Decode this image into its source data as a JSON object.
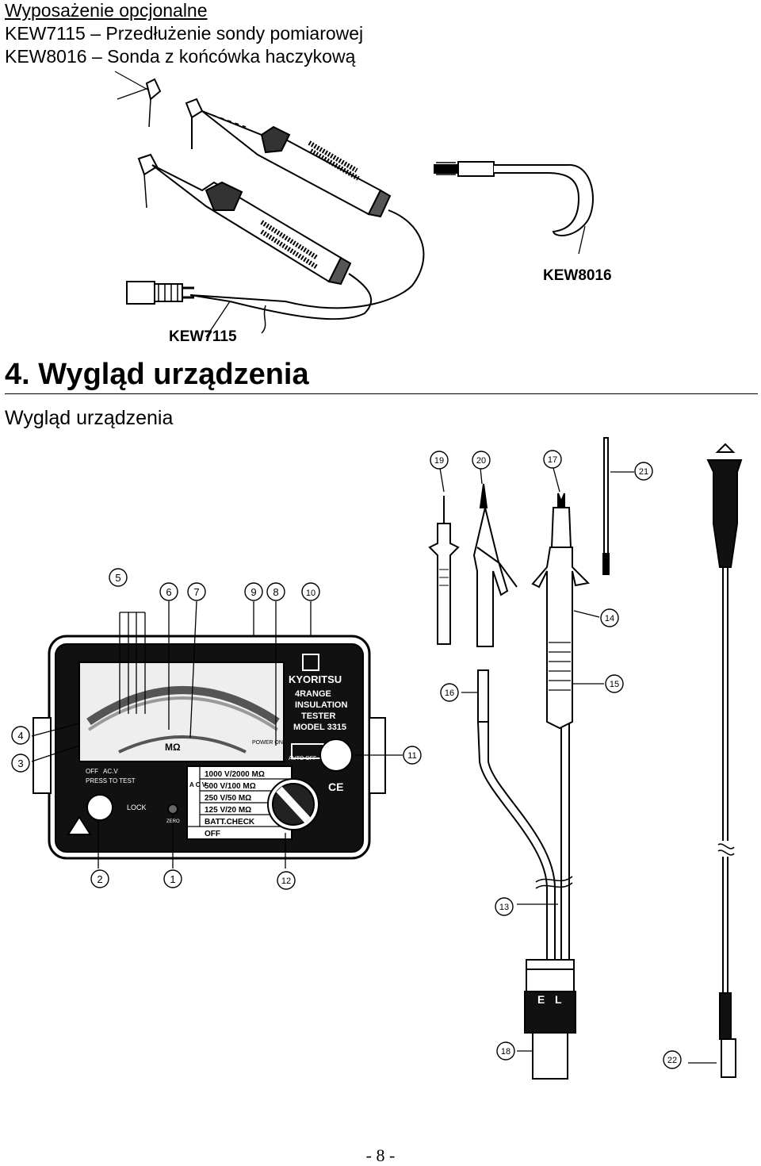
{
  "header": {
    "title": "Wyposażenie opcjonalne",
    "line1": "KEW7115 – Przedłużenie sondy pomiarowej",
    "line2": "KEW8016 – Sonda z końcówka haczykową"
  },
  "figure1": {
    "label_hook": "KEW8016",
    "label_extension": "KEW7115"
  },
  "section": {
    "heading": "4. Wygląd urządzenia",
    "subheading": "Wygląd urządzenia"
  },
  "device": {
    "brand": "KYORITSU",
    "model_lines": [
      "4RANGE",
      "INSULATION",
      "TESTER",
      "MODEL 3315"
    ],
    "scale_unit": "MΩ",
    "ranges": [
      "1000 V/2000 MΩ",
      "500 V/100 MΩ",
      "250 V/50 MΩ",
      "125 V/20 MΩ",
      "BATT.CHECK",
      "OFF"
    ],
    "acv_label": "A C V",
    "left_labels": [
      "OFF",
      "AC.V",
      "PRESS TO TEST",
      "LOCK"
    ],
    "power_label": "POWER ON",
    "auto_off_label": "AUTO OFF",
    "zero_label": "ZERO",
    "ce_label": "CE"
  },
  "callouts": [
    "1",
    "2",
    "3",
    "4",
    "5",
    "6",
    "7",
    "8",
    "9",
    "10",
    "11",
    "12",
    "13",
    "14",
    "15",
    "16",
    "17",
    "18",
    "19",
    "20",
    "21",
    "22"
  ],
  "plug_letters": [
    "E",
    "L"
  ],
  "page_number": "- 8 -"
}
